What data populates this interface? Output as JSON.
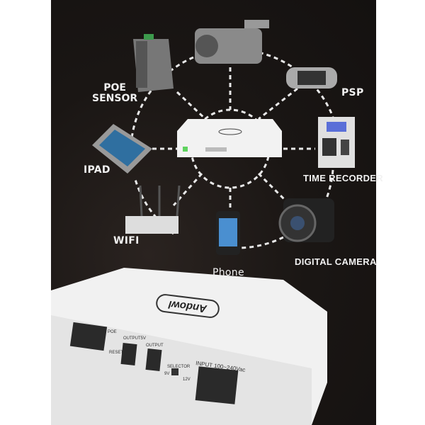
{
  "labels": {
    "poe_sensor": [
      "POE",
      "SENSOR"
    ],
    "psp": "PSP",
    "ipad": "IPAD",
    "time_recorder": "TIME  RECORDER",
    "wifi": "WIFI",
    "phone": "Phone",
    "digital_camera": "DIGITAL   CAMERA"
  },
  "device": {
    "brand": "Andowl",
    "ports": {
      "poe": "POE",
      "reset": "RESET",
      "output_5v": "OUTPUT5V",
      "output": "OUTPUT",
      "selector": "SELECTOR",
      "selector_9v": "9V",
      "selector_12v": "12V",
      "input": "INPUT 100~240Vac"
    }
  },
  "colors": {
    "background": "#1a1614",
    "device": "#f1f1f1",
    "dash": "#e8e8e8"
  }
}
